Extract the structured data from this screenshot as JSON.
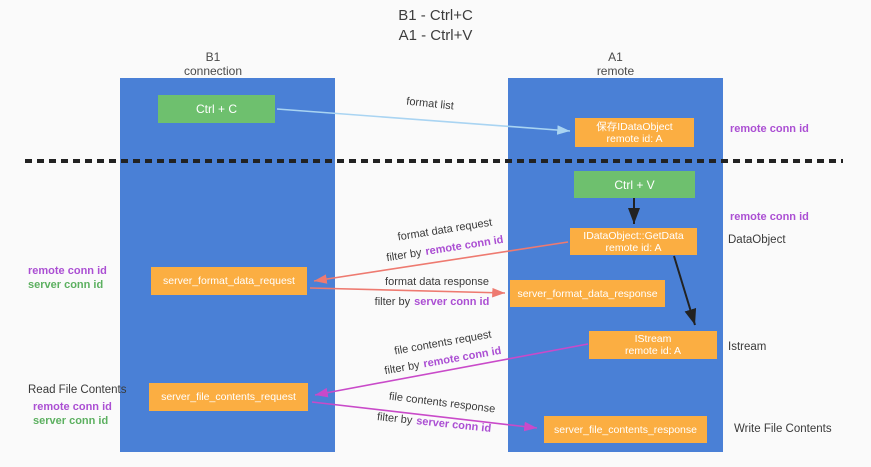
{
  "title": {
    "line1": "B1 - Ctrl+C",
    "line2": "A1 - Ctrl+V"
  },
  "lanes": {
    "left": {
      "name": "B1",
      "role": "connection"
    },
    "right": {
      "name": "A1",
      "role": "remote"
    }
  },
  "nodes": {
    "ctrl_c": {
      "label": "Ctrl + C"
    },
    "ctrl_v": {
      "label": "Ctrl + V"
    },
    "save_dataobject": {
      "line1": "保存IDataObject",
      "line2": "remote id: A"
    },
    "getdata": {
      "line1": "IDataObject::GetData",
      "line2": "remote id: A"
    },
    "istream": {
      "line1": "IStream",
      "line2": "remote id: A"
    },
    "format_request": {
      "label": "server_format_data_request"
    },
    "format_response": {
      "label": "server_format_data_response"
    },
    "file_request": {
      "label": "server_file_contents_request"
    },
    "file_response": {
      "label": "server_file_contents_response"
    }
  },
  "annotations": {
    "format_list": "format list",
    "format_data_request": "format data request",
    "format_data_response": "format data response",
    "file_contents_request": "file contents request",
    "file_contents_response": "file contents response",
    "filter_by": "filter by",
    "remote_conn_id": "remote conn id",
    "server_conn_id": "server conn id",
    "dataobject": "DataObject",
    "istream": "Istream",
    "read_file_contents": "Read File Contents",
    "write_file_contents": "Write File Contents"
  },
  "colors": {
    "lane_blue": "#4a80d6",
    "box_orange": "#fbae42",
    "box_green": "#6ec06e",
    "arrow_blue": "#a9d4f2",
    "arrow_red": "#ee7a70",
    "arrow_magenta": "#c94ac9",
    "arrow_black": "#222222",
    "text_purple": "#ab4fd3",
    "text_green": "#5cb060",
    "text_dark": "#3a3a3a",
    "background": "#fafafa"
  }
}
